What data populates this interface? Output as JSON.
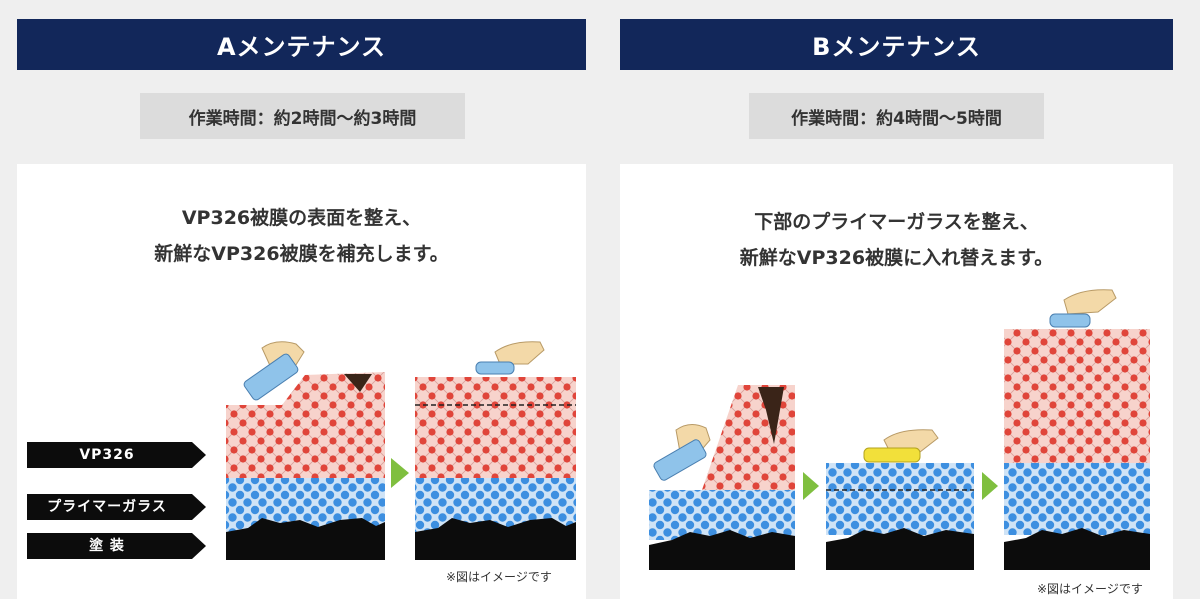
{
  "panel_a": {
    "title": "Aメンテナンス",
    "time": "作業時間：約2時間〜約3時間",
    "description_line1": "VP326被膜の表面を整え、",
    "description_line2": "新鮮なVP326被膜を補充します。",
    "note": "※図はイメージです"
  },
  "panel_b": {
    "title": "Bメンテナンス",
    "time": "作業時間：約4時間〜5時間",
    "description_line1": "下部のプライマーガラスを整え、",
    "description_line2": "新鮮なVP326被膜に入れ替えます。",
    "note": "※図はイメージです"
  },
  "layer_labels": [
    "VP326",
    "プライマーガラス",
    "塗 装"
  ],
  "colors": {
    "header_bg": "#12275a",
    "vp326_bg": "#f7d3cc",
    "vp326_dot": "#e0453a",
    "primer_bg": "#cfe3f6",
    "primer_dot": "#3d8fe0",
    "paint": "#0c0c0c",
    "arrow": "#7fbf3f",
    "sponge_blue": "#8fc3ea",
    "sponge_yellow": "#f2e03a",
    "hand": "#f3d9a8"
  }
}
